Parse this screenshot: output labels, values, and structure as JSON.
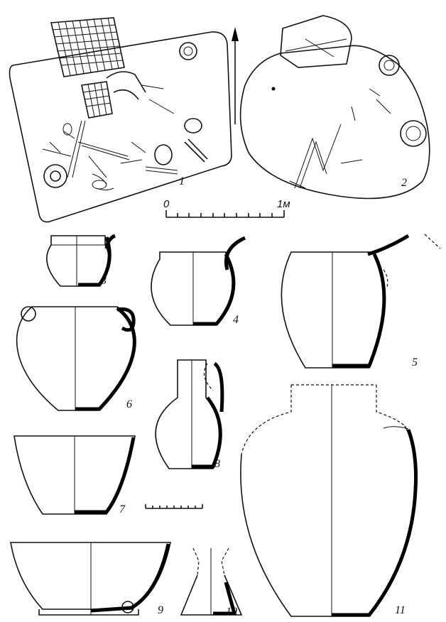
{
  "figure": {
    "plan_labels": [
      "1",
      "2"
    ],
    "scale_bar": {
      "start_label": "0",
      "end_label": "1м"
    },
    "vessel_labels": [
      "3",
      "4",
      "5",
      "6",
      "7",
      "8",
      "9",
      "10",
      "11"
    ]
  }
}
